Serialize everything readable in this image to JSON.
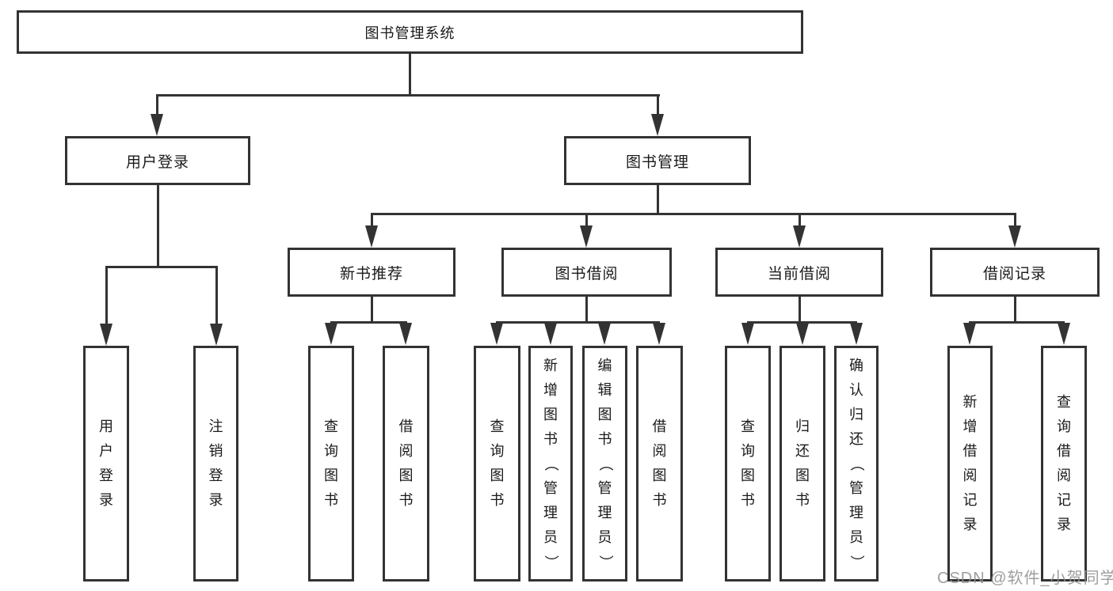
{
  "tree": {
    "root": "图书管理系统",
    "children": [
      {
        "label": "用户登录",
        "children": [
          "用户登录",
          "注销登录"
        ]
      },
      {
        "label": "图书管理",
        "children": [
          {
            "label": "新书推荐",
            "children": [
              "查询图书",
              "借阅图书"
            ]
          },
          {
            "label": "图书借阅",
            "children": [
              "查询图书",
              "新增图书（管理员）",
              "编辑图书（管理员）",
              "借阅图书"
            ]
          },
          {
            "label": "当前借阅",
            "children": [
              "查询图书",
              "归还图书",
              "确认归还（管理员）"
            ]
          },
          {
            "label": "借阅记录",
            "children": [
              "新增借阅记录",
              "查询借阅记录"
            ]
          }
        ]
      }
    ]
  },
  "watermark": {
    "text": "CSDN @软件_小贺同学"
  },
  "colors": {
    "line": "#333333",
    "text": "#1a1a1a",
    "watermark": "#919191",
    "background": "#ffffff"
  }
}
